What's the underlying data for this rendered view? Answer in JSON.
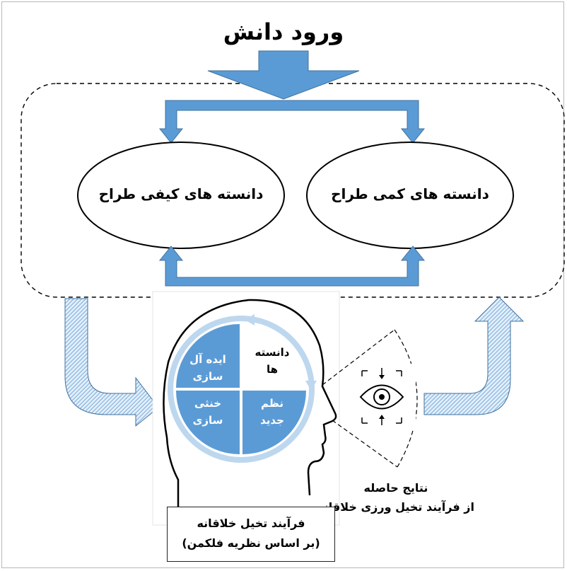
{
  "title": "ورود دانش",
  "ovals": {
    "left_label": "دانسته های کیفی طراح",
    "right_label": "دانسته های کمی طراح"
  },
  "head": {
    "q_top_left": [
      "ایده آل",
      "سازی"
    ],
    "q_top_right": [
      "دانسته",
      "ها"
    ],
    "q_bottom_left": [
      "خنثی",
      "سازی"
    ],
    "q_bottom_right": [
      "نظم",
      "جدید"
    ]
  },
  "results_label": [
    "نتایج حاصله",
    "از فرآیند تخیل ورزی خلاقانه"
  ],
  "process_label": [
    "فرآیند تخیل خلاقانه",
    "(بر اساس نظریه فلکمن)"
  ],
  "colors": {
    "arrow_fill": "#5b9bd5",
    "arrow_stroke": "#41719c",
    "quadrant_fill": "#5b9bd5",
    "circle_arrow": "#bdd7ee"
  },
  "icons": [
    "eye-icon",
    "head-profile-icon"
  ]
}
